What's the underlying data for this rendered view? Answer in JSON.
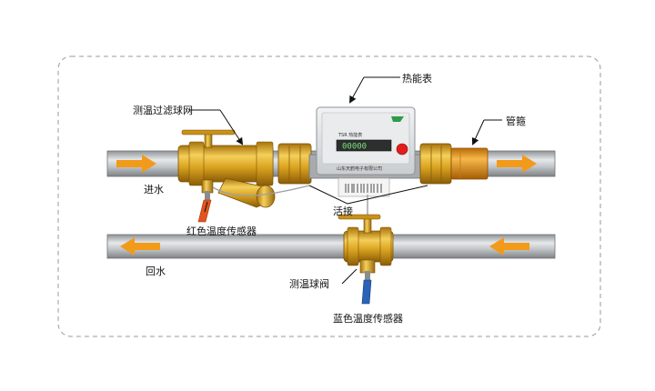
{
  "labels": {
    "heat_meter": "热能表",
    "filter_valve": "测温过滤球网",
    "pipe_clamp": "管箍",
    "water_in": "进水",
    "red_sensor": "红色温度传感器",
    "union": "活接",
    "water_return": "回水",
    "temp_ball_valve": "测温球阀",
    "blue_sensor": "蓝色温度传感器"
  },
  "meter": {
    "model": "TSR 热能表",
    "display": "00000",
    "company": "山东天鹤电子有限公司"
  },
  "colors": {
    "brass": "#d9a21f",
    "arrow": "#f29a1a",
    "pipe": "#b8bcbf",
    "red_sensor": "#e2531e",
    "blue_sensor": "#2a63b8"
  }
}
